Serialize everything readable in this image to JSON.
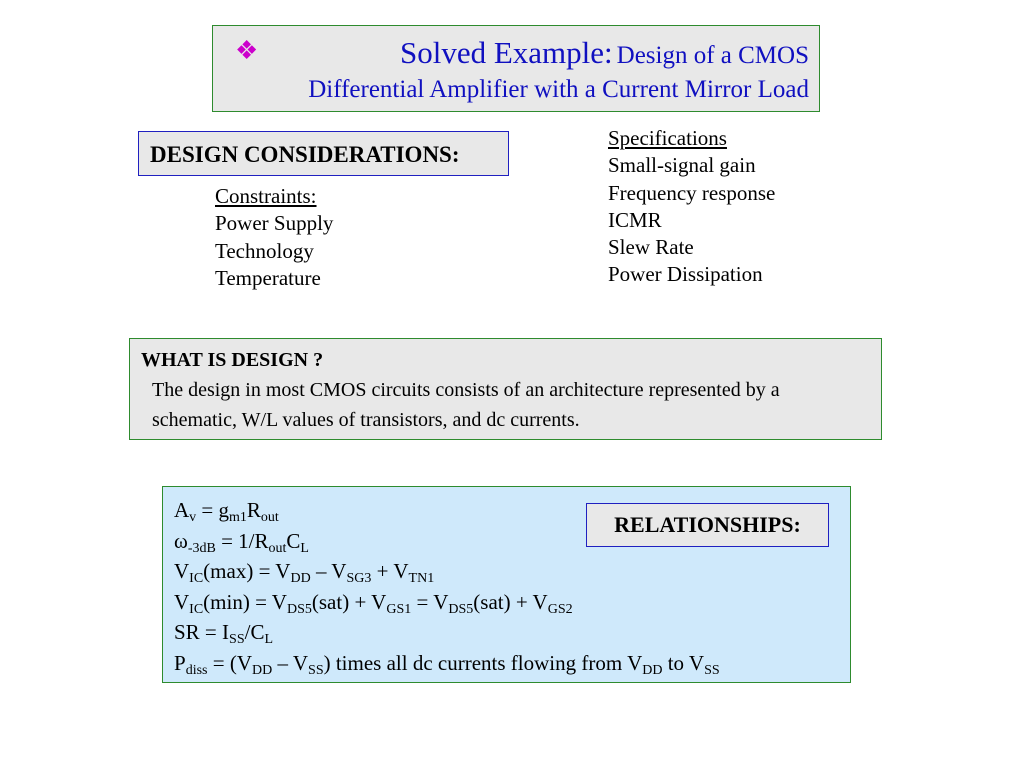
{
  "title": {
    "bullet": "❖",
    "main": "Solved Example:",
    "sub": "Design of a CMOS",
    "line2": "Differential Amplifier with a Current Mirror Load"
  },
  "design_considerations": {
    "label": "DESIGN CONSIDERATIONS:"
  },
  "constraints": {
    "heading": "Constraints:",
    "items": [
      "Power Supply",
      "Technology",
      "Temperature"
    ]
  },
  "specifications": {
    "heading": "Specifications",
    "items": [
      "Small-signal gain",
      "Frequency response",
      "ICMR",
      "Slew Rate",
      "Power Dissipation"
    ]
  },
  "what_is_design": {
    "heading": "WHAT IS DESIGN ?",
    "line1": "The design in most CMOS circuits consists of an architecture represented by a",
    "line2": "schematic, W/L values of transistors, and dc currents."
  },
  "relationships": {
    "label": "RELATIONSHIPS:",
    "eq1": {
      "a": "A",
      "a_sub": "v",
      "b": " = g",
      "b_sub": "m1",
      "c": "R",
      "c_sub": "out"
    },
    "eq2": {
      "a": "ω",
      "a_sub": "-3dB",
      "b": " = 1/R",
      "b_sub": "out",
      "c": "C",
      "c_sub": "L"
    },
    "eq3": {
      "a": "V",
      "a_sub": "IC",
      "b": "(max) = V",
      "b_sub": "DD",
      "c": " – V",
      "c_sub": "SG3",
      "d": " + V",
      "d_sub": "TN1"
    },
    "eq4": {
      "a": "V",
      "a_sub": "IC",
      "b": "(min) = V",
      "b_sub": "DS5",
      "c": "(sat) + V",
      "c_sub": "GS1",
      "d": " = V",
      "d_sub": "DS5",
      "e": "(sat) + V",
      "e_sub": "GS2"
    },
    "eq5": {
      "a": "SR = I",
      "a_sub": "SS",
      "b": "/C",
      "b_sub": "L"
    },
    "eq6": {
      "a": "P",
      "a_sub": "diss",
      "b": " = (V",
      "b_sub": "DD",
      "c": " – V",
      "c_sub": "SS",
      "d": ") times all dc currents flowing from V",
      "d_sub": "DD",
      "e": " to V",
      "e_sub": "SS"
    }
  }
}
